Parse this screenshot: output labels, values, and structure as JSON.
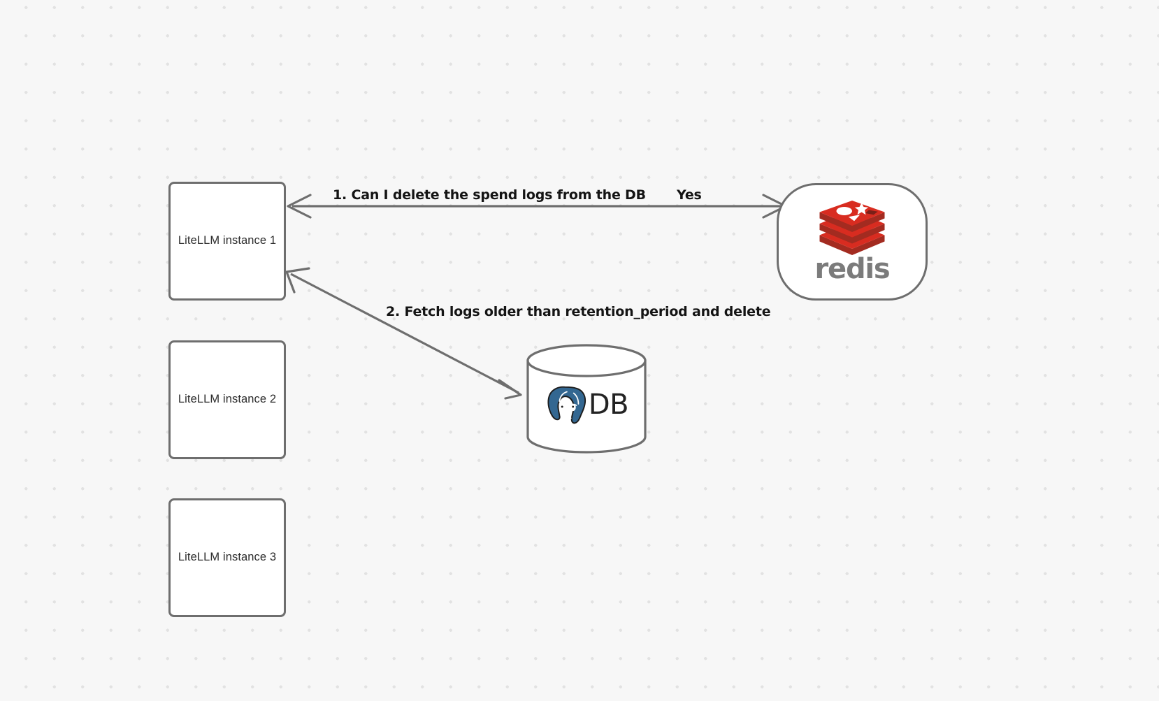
{
  "canvas": {
    "background_color": "#f7f7f7",
    "dot_color": "#e2e2e2"
  },
  "nodes": {
    "litellm_instances": [
      {
        "id": "litellm-1",
        "label": "LiteLLM instance 1"
      },
      {
        "id": "litellm-2",
        "label": "LiteLLM instance 2"
      },
      {
        "id": "litellm-3",
        "label": "LiteLLM instance 3"
      }
    ],
    "redis": {
      "id": "redis-node",
      "wordmark": "redis",
      "logo_name": "redis-logo",
      "brand_color": "#d82c20",
      "wordmark_color": "#7b7b7b"
    },
    "database": {
      "id": "postgres-node",
      "label": "DB",
      "logo_name": "postgresql-elephant-logo",
      "brand_color": "#336791"
    }
  },
  "edges": [
    {
      "id": "edge-1",
      "from": "redis",
      "to": "litellm-1",
      "label": "1.  Can I delete the spend logs from the DB",
      "reply_label": "Yes",
      "stroke": "#6e6e6e",
      "bidirectional": true
    },
    {
      "id": "edge-2",
      "from": "litellm-1",
      "to": "database",
      "label": "2.  Fetch logs older than retention_period and delete",
      "stroke": "#6e6e6e",
      "bidirectional": true
    }
  ]
}
